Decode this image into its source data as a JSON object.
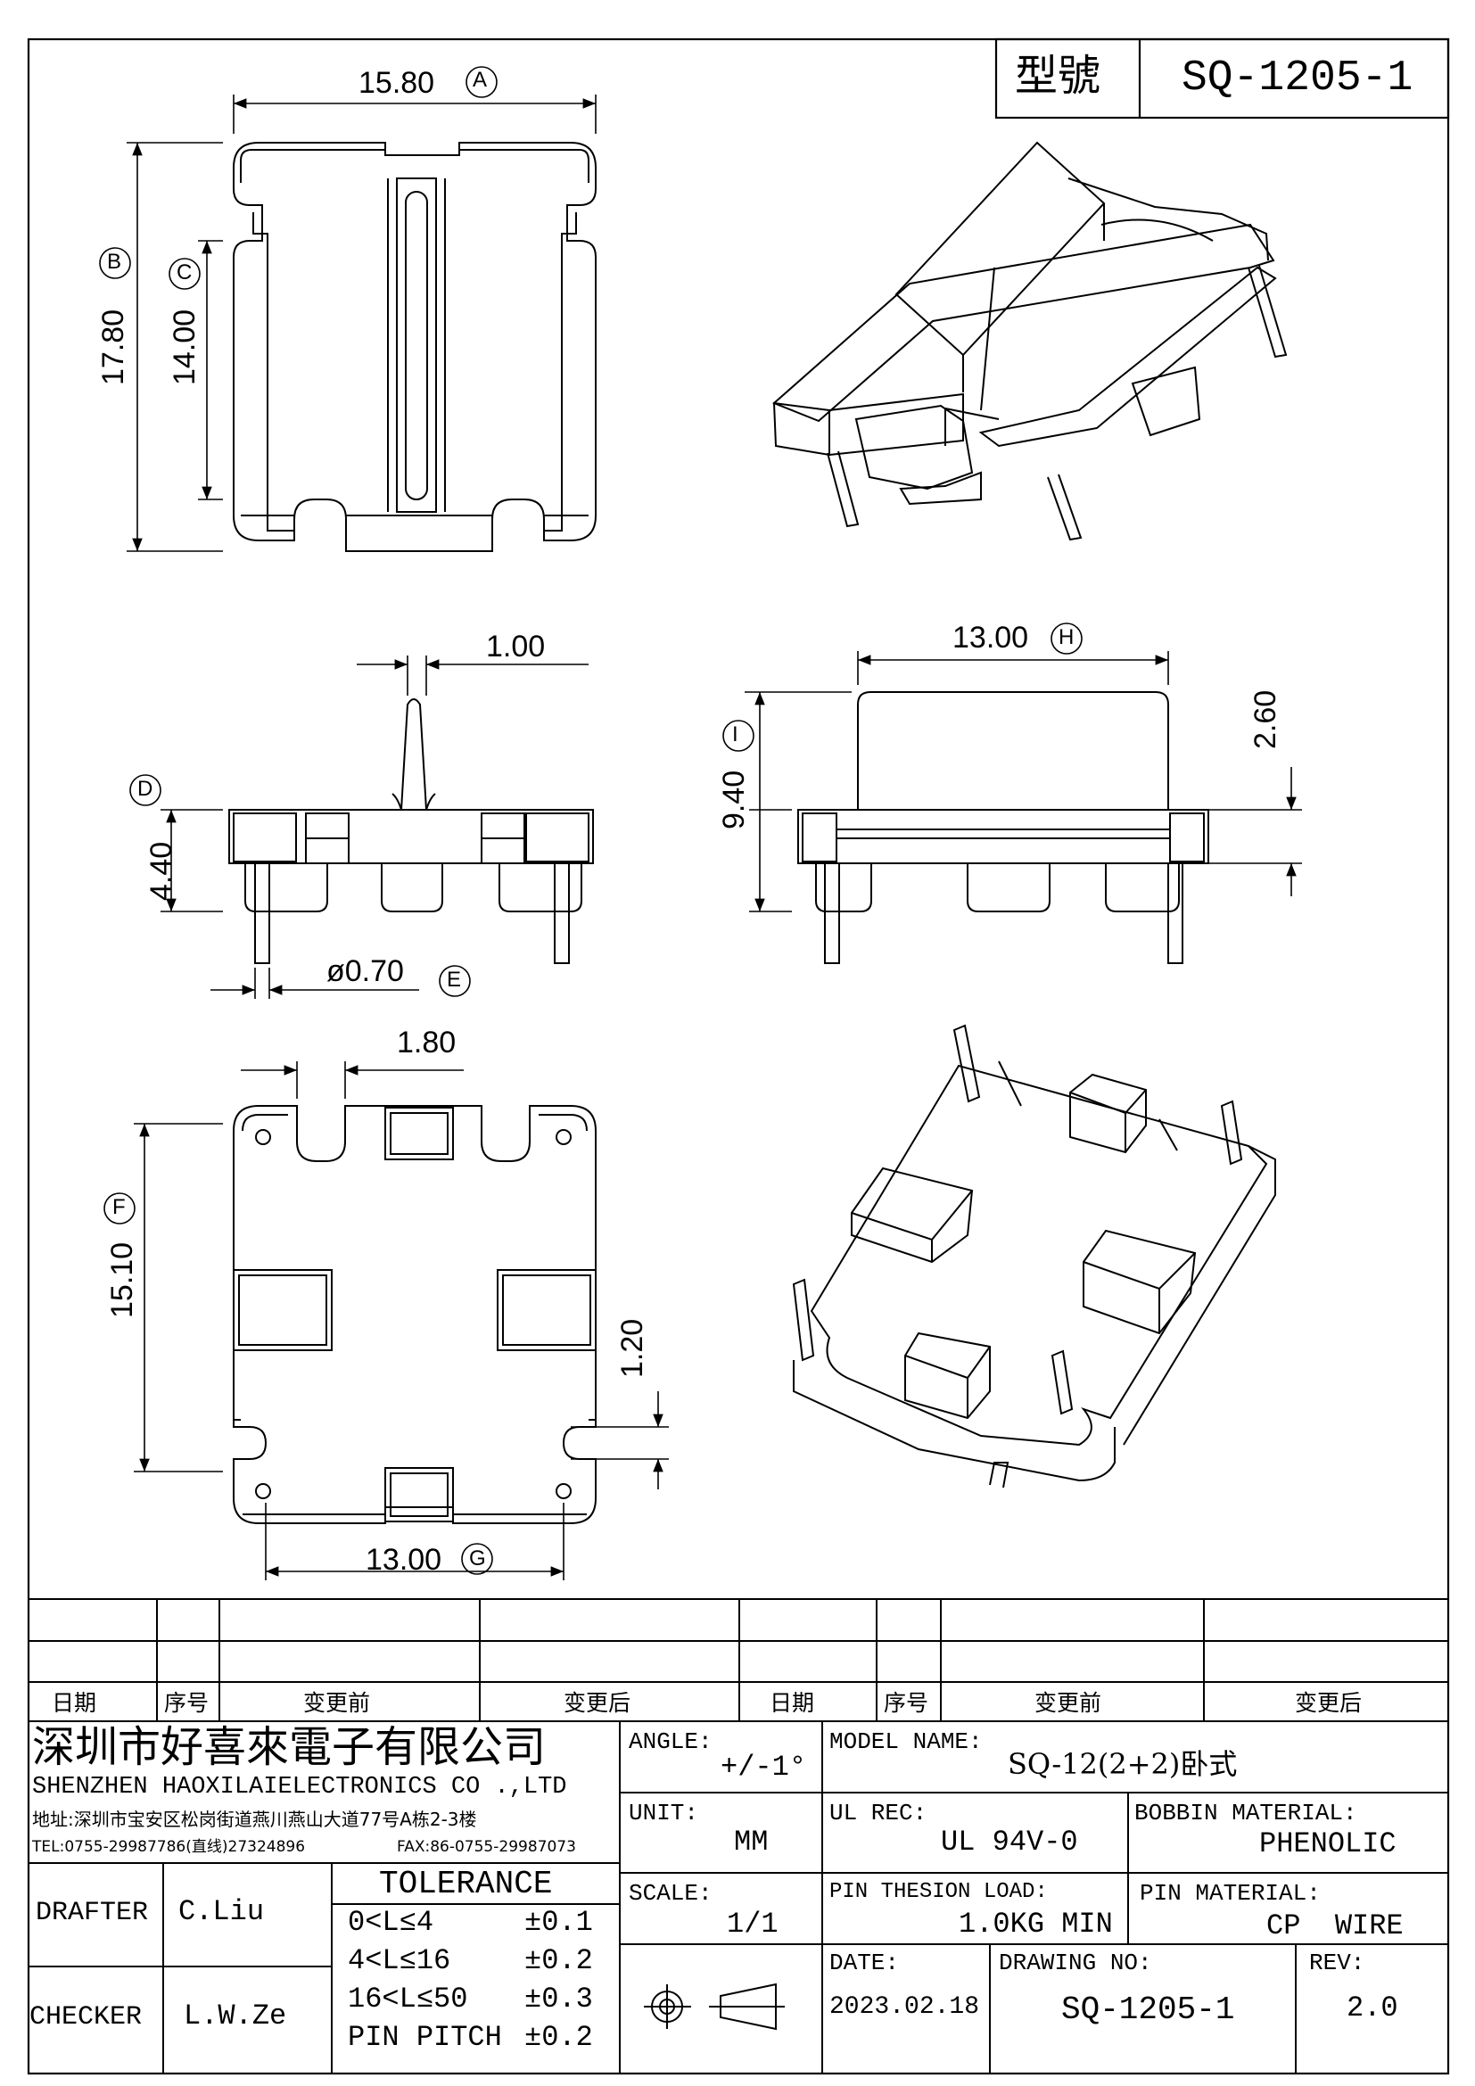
{
  "header": {
    "model_label": "型號",
    "model_value": "SQ-1205-1"
  },
  "dimensions": {
    "top": {
      "a": "15.80",
      "a_tag": "A",
      "b": "17.80",
      "b_tag": "B",
      "c": "14.00",
      "c_tag": "C"
    },
    "side1": {
      "pin_w": "1.00",
      "d_tag": "D",
      "h": "4.40",
      "pin_dia": "ø0.70",
      "e_tag": "E"
    },
    "side2": {
      "w": "13.00",
      "h_tag": "H",
      "i_tag": "I",
      "total_h": "9.40",
      "top_h": "2.60"
    },
    "bottom": {
      "slot": "1.80",
      "h": "15.10",
      "f_tag": "F",
      "gap": "1.20",
      "w": "13.00",
      "g_tag": "G"
    }
  },
  "revision_table": {
    "headers": [
      "日期",
      "序号",
      "变更前",
      "变更后",
      "日期",
      "序号",
      "变更前",
      "变更后"
    ]
  },
  "company": {
    "name_cn": "深圳市好喜來電子有限公司",
    "name_en": "SHENZHEN HAOXILAIELECTRONICS CO .,LTD",
    "address": "地址:深圳市宝安区松岗街道燕川燕山大道77号A栋2-3楼",
    "tel": "TEL:0755-29987786(直线)27324896",
    "fax": "FAX:86-0755-29987073"
  },
  "people": {
    "drafter_label": "DRAFTER",
    "drafter": "C.Liu",
    "checker_label": "CHECKER",
    "checker": "L.W.Ze"
  },
  "tolerance": {
    "title": "TOLERANCE",
    "rows": [
      {
        "range": "0<L≤4",
        "value": "±0.1"
      },
      {
        "range": "4<L≤16",
        "value": "±0.2"
      },
      {
        "range": "16<L≤50",
        "value": "±0.3"
      },
      {
        "range": "PIN PITCH",
        "value": "±0.2"
      }
    ]
  },
  "specs": {
    "angle_label": "ANGLE:",
    "angle": "+/-1°",
    "unit_label": "UNIT:",
    "unit": "MM",
    "scale_label": "SCALE:",
    "scale": "1/1",
    "model_name_label": "MODEL NAME:",
    "model_name": "SQ-12(2+2)卧式",
    "ul_label": "UL REC:",
    "ul": "UL 94V-0",
    "bobbin_label": "BOBBIN MATERIAL:",
    "bobbin": "PHENOLIC",
    "pin_load_label": "PIN THESION LOAD:",
    "pin_load": "1.0KG MIN",
    "pin_material_label": "PIN MATERIAL:",
    "pin_material": "CP  WIRE",
    "date_label": "DATE:",
    "date": "2023.02.18",
    "drawing_label": "DRAWING NO:",
    "drawing": "SQ-1205-1",
    "rev_label": "REV:",
    "rev": "2.0"
  }
}
